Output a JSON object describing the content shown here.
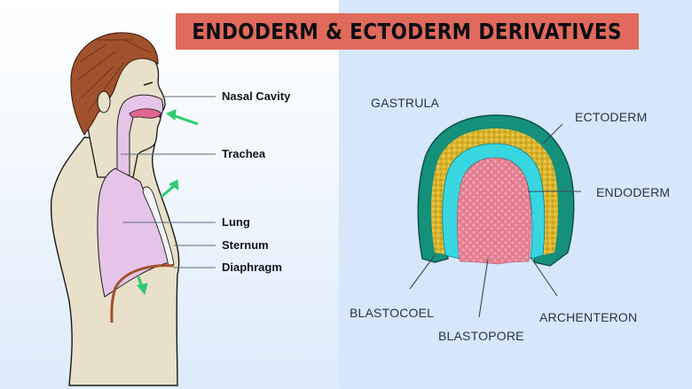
{
  "title": "ENDODERM & ECTODERM DERIVATIVES",
  "colors": {
    "title_bg": "#e06a5b",
    "title_text": "#0d0d12",
    "right_bg": "#d6e6fb",
    "skin": "#e8e0c8",
    "hair": "#a0522d",
    "airway": "#e6c4e8",
    "mouth": "#e2678f",
    "arrow": "#2ecc71",
    "diaphragm": "#a0522d",
    "ectoderm": "#15907a",
    "mesoderm_band": "#d9b32a",
    "endoderm": "#38d6e0",
    "archenteron_cells": "#e27d8f"
  },
  "human_diagram": {
    "labels": [
      {
        "text": "Nasal Cavity"
      },
      {
        "text": "Trachea"
      },
      {
        "text": "Lung"
      },
      {
        "text": "Sternum"
      },
      {
        "text": "Diaphragm"
      }
    ]
  },
  "gastrula_diagram": {
    "title": "GASTRULA",
    "labels": [
      {
        "text": "ECTODERM"
      },
      {
        "text": "ENDODERM"
      },
      {
        "text": "BLASTOCOEL"
      },
      {
        "text": "BLASTOPORE"
      },
      {
        "text": "ARCHENTERON"
      }
    ]
  }
}
